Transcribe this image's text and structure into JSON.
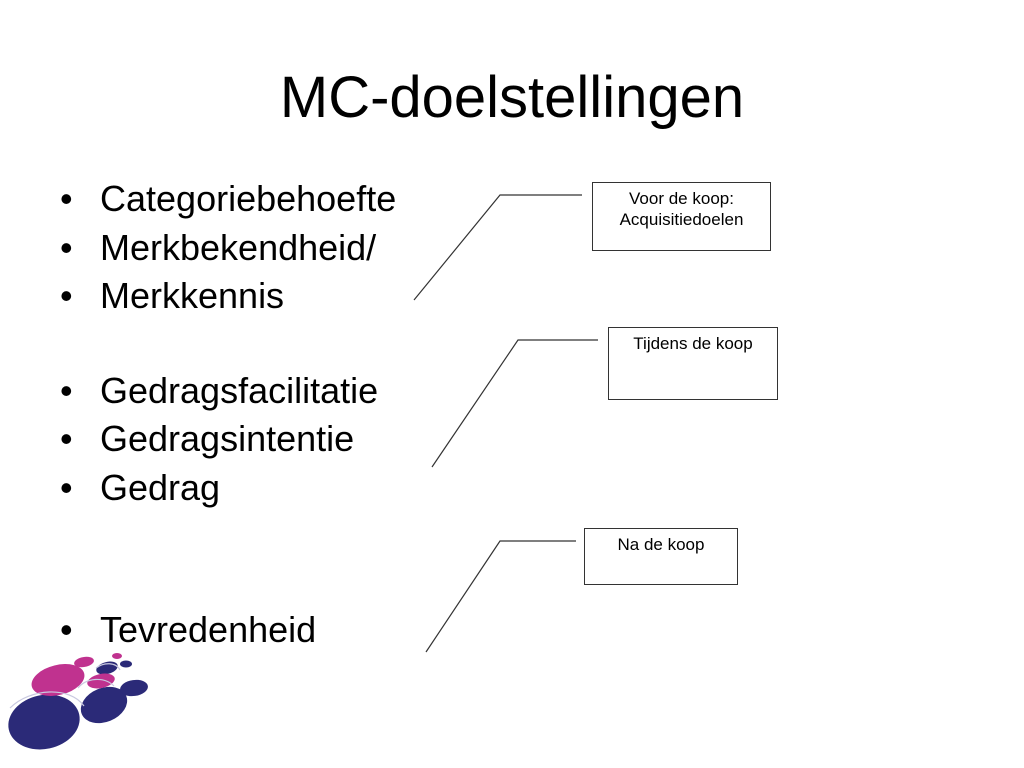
{
  "slide": {
    "title": "MC-doelstellingen"
  },
  "bullets": [
    {
      "marker": "•",
      "text": "Categoriebehoefte"
    },
    {
      "marker": "•",
      "text": "Merkbekendheid/"
    },
    {
      "marker": "•",
      "text": "Merkkennis"
    },
    {
      "marker": "•",
      "text": "Gedragsfacilitatie"
    },
    {
      "marker": "•",
      "text": "Gedragsintentie"
    },
    {
      "marker": "•",
      "text": "Gedrag"
    },
    {
      "marker": "•",
      "text": "Tevredenheid"
    }
  ],
  "phases": [
    {
      "line1": "Voor de koop:",
      "line2": "Acquisitiedoelen"
    },
    {
      "line1": "Tijdens de koop",
      "line2": ""
    },
    {
      "line1": "Na de koop",
      "line2": ""
    }
  ],
  "colors": {
    "logo_navy": "#2b2a78",
    "logo_magenta": "#c0328f"
  }
}
